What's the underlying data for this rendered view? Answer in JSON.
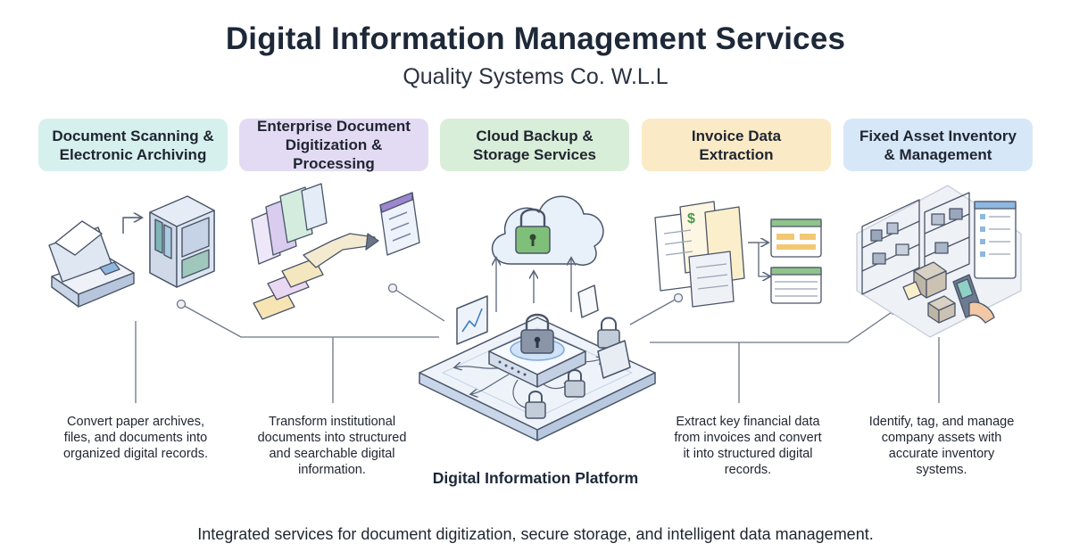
{
  "header": {
    "title": "Digital Information Management Services",
    "subtitle": "Quality Systems Co. W.L.L"
  },
  "services": [
    {
      "label_lines": [
        "Document Scanning &",
        "Electronic Archiving"
      ],
      "description_lines": [
        "Convert paper archives,",
        "files, and documents into",
        "organized digital records."
      ],
      "color": "#d6f0ee",
      "icon": "scanner-and-file-cabinet-icon"
    },
    {
      "label_lines": [
        "Enterprise Document",
        "Digitization & Processing"
      ],
      "description_lines": [
        "Transform institutional",
        "documents into structured",
        "and searchable digital",
        "information."
      ],
      "color": "#e3dbf3",
      "icon": "document-digitization-icon"
    },
    {
      "label_lines": [
        "Cloud Backup &",
        "Storage Services"
      ],
      "color": "#d9eed8",
      "icon": "cloud-lock-icon"
    },
    {
      "label_lines": [
        "Invoice Data",
        "Extraction"
      ],
      "description_lines": [
        "Extract key financial data",
        "from invoices and convert",
        "it into structured digital",
        "records."
      ],
      "color": "#fbeac6",
      "icon": "invoice-extraction-icon"
    },
    {
      "label_lines": [
        "Fixed Asset Inventory",
        "& Management"
      ],
      "description_lines": [
        "Identify, tag, and manage",
        "company assets with",
        "accurate inventory",
        "systems."
      ],
      "color": "#d6e7f7",
      "icon": "warehouse-scanner-icon"
    }
  ],
  "platform": {
    "label": "Digital Information Platform",
    "icon": "secure-platform-icon"
  },
  "footer": {
    "text": "Integrated services for document digitization, secure storage, and intelligent data management."
  }
}
